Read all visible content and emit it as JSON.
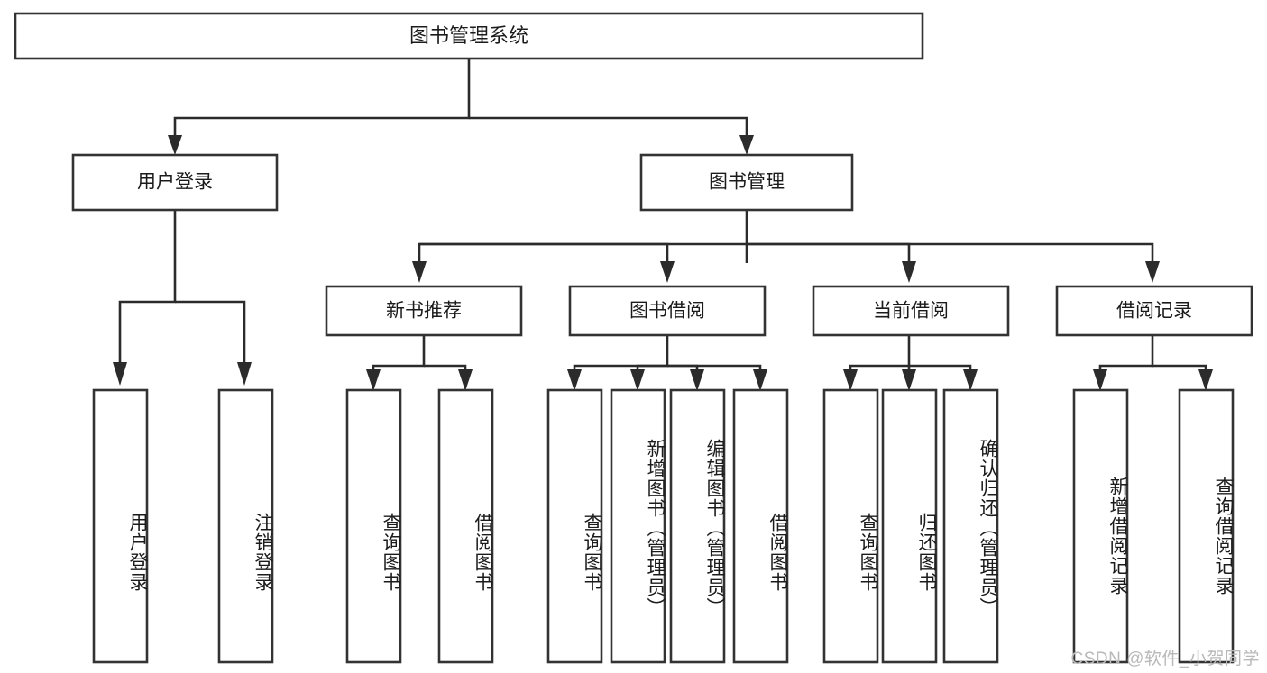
{
  "diagram": {
    "title": "图书管理系统",
    "type": "hierarchy-tree",
    "root": {
      "id": "root",
      "label": "图书管理系统",
      "orientation": "horizontal"
    },
    "level2": [
      {
        "id": "user-login",
        "label": "用户登录",
        "orientation": "horizontal"
      },
      {
        "id": "book-manage",
        "label": "图书管理",
        "orientation": "horizontal"
      }
    ],
    "level3": [
      {
        "id": "new-book-recommend",
        "label": "新书推荐",
        "parent": "book-manage",
        "orientation": "horizontal"
      },
      {
        "id": "book-borrow",
        "label": "图书借阅",
        "parent": "book-manage",
        "orientation": "horizontal"
      },
      {
        "id": "current-borrow",
        "label": "当前借阅",
        "parent": "book-manage",
        "orientation": "horizontal"
      },
      {
        "id": "borrow-record",
        "label": "借阅记录",
        "parent": "book-manage",
        "orientation": "horizontal"
      }
    ],
    "leaves": [
      {
        "id": "leaf-user-login",
        "label": "用户登录",
        "parent": "user-login",
        "orientation": "vertical"
      },
      {
        "id": "leaf-logout-login",
        "label": "注销登录",
        "parent": "user-login",
        "orientation": "vertical"
      },
      {
        "id": "leaf-query-book-1",
        "label": "查询图书",
        "parent": "new-book-recommend",
        "orientation": "vertical"
      },
      {
        "id": "leaf-borrow-book-1",
        "label": "借阅图书",
        "parent": "new-book-recommend",
        "orientation": "vertical"
      },
      {
        "id": "leaf-query-book-2",
        "label": "查询图书",
        "parent": "book-borrow",
        "orientation": "vertical"
      },
      {
        "id": "leaf-add-book",
        "label": "新增图书（管理员）",
        "parent": "book-borrow",
        "orientation": "vertical"
      },
      {
        "id": "leaf-edit-book",
        "label": "编辑图书（管理员）",
        "parent": "book-borrow",
        "orientation": "vertical"
      },
      {
        "id": "leaf-borrow-book-2",
        "label": "借阅图书",
        "parent": "book-borrow",
        "orientation": "vertical"
      },
      {
        "id": "leaf-query-book-3",
        "label": "查询图书",
        "parent": "current-borrow",
        "orientation": "vertical"
      },
      {
        "id": "leaf-return-book",
        "label": "归还图书",
        "parent": "current-borrow",
        "orientation": "vertical"
      },
      {
        "id": "leaf-confirm-return",
        "label": "确认归还（管理员）",
        "parent": "current-borrow",
        "orientation": "vertical"
      },
      {
        "id": "leaf-add-record",
        "label": "新增借阅记录",
        "parent": "borrow-record",
        "orientation": "vertical"
      },
      {
        "id": "leaf-query-record",
        "label": "查询借阅记录",
        "parent": "borrow-record",
        "orientation": "vertical"
      }
    ],
    "colors": {
      "background": "#ffffff",
      "node_fill": "#ffffff",
      "node_stroke": "#333333",
      "connector": "#2b2b2b",
      "text": "#1b1b1b",
      "watermark": "#b9b9b9"
    }
  },
  "watermark": {
    "text": "CSDN @软件_小贺同学"
  }
}
